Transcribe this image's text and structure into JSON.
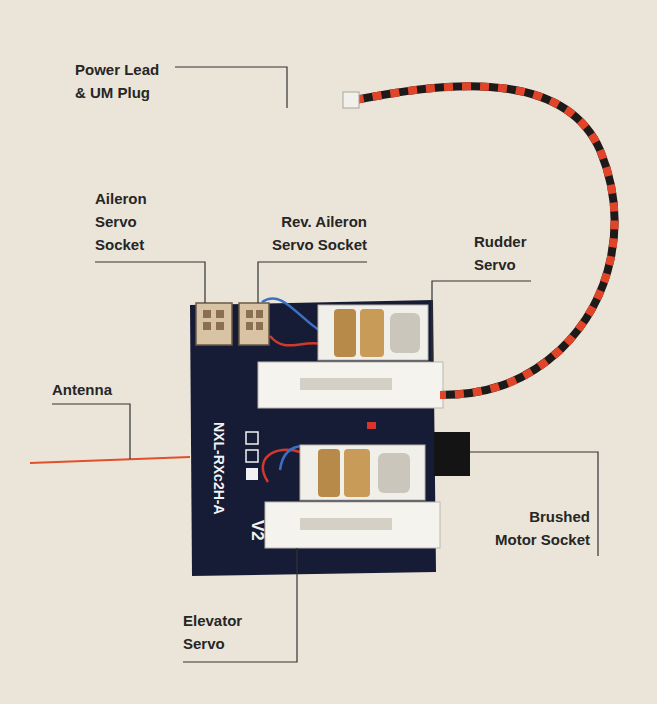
{
  "diagram": {
    "labels": [
      "Power Lead & UM Plug",
      "Aileron Servo Socket",
      "Rev. Aileron Servo Socket",
      "Rudder Servo",
      "Antenna",
      "Brushed Motor Socket",
      "Elevator Servo",
      "V2",
      "NXL-RXc2H-A"
    ]
  }
}
